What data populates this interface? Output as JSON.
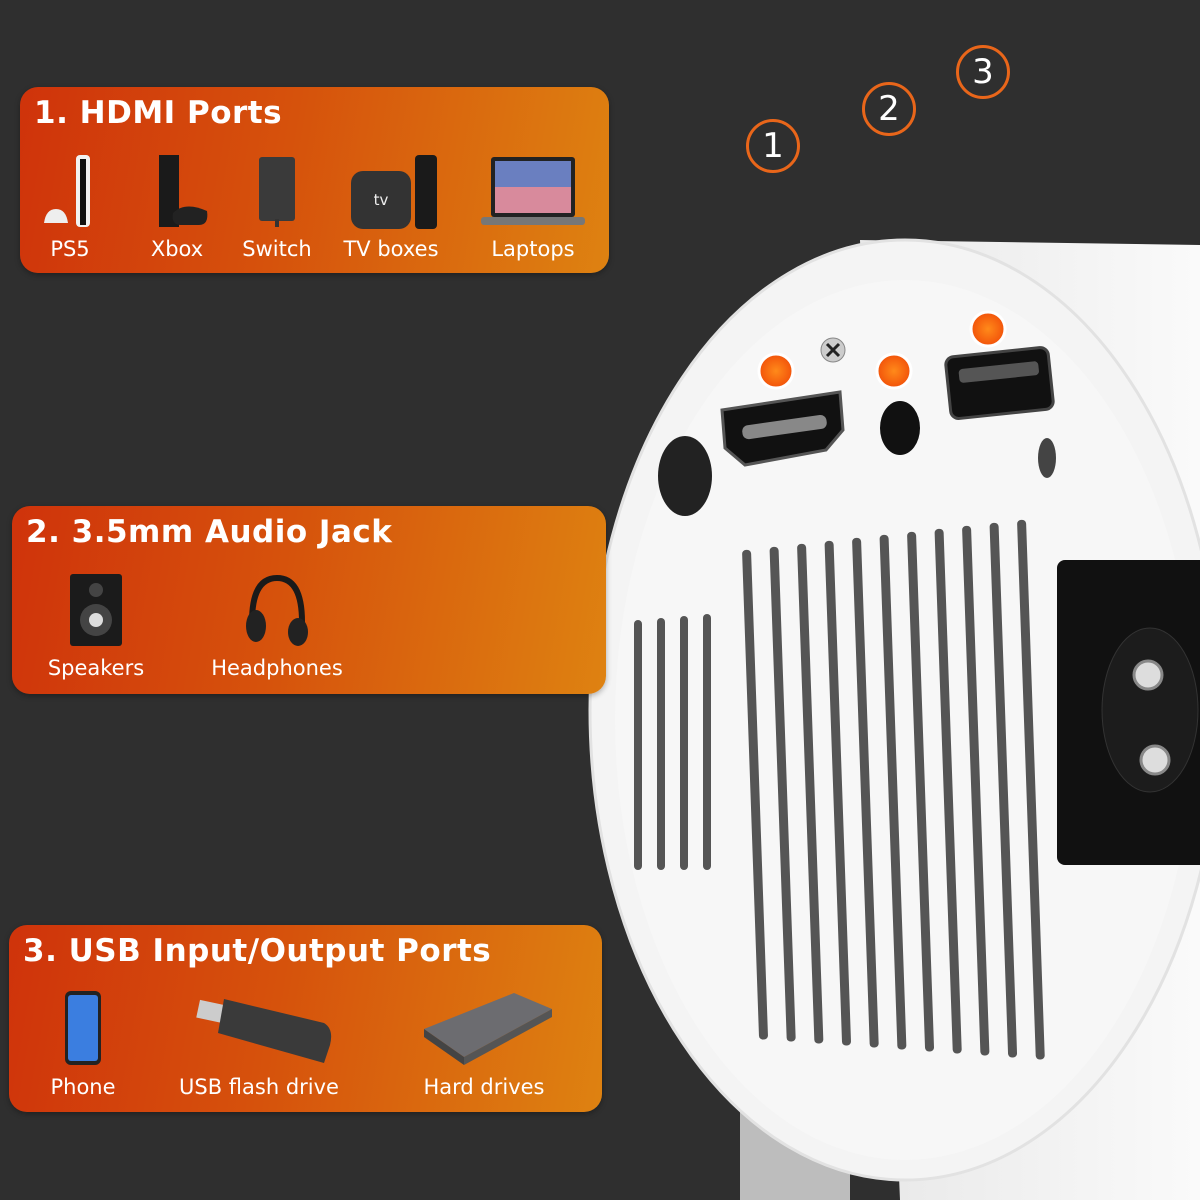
{
  "sections": [
    {
      "title": "1. HDMI Ports",
      "items": [
        {
          "label": "PS5",
          "icon": "ps5-console-icon"
        },
        {
          "label": "Xbox",
          "icon": "xbox-console-icon"
        },
        {
          "label": "Switch",
          "icon": "switch-dock-icon"
        },
        {
          "label": "TV boxes",
          "icon": "tv-box-icon"
        },
        {
          "label": "Laptops",
          "icon": "laptop-icon"
        }
      ],
      "tv_logo": "tv"
    },
    {
      "title": "2. 3.5mm Audio Jack",
      "items": [
        {
          "label": "Speakers",
          "icon": "speaker-icon"
        },
        {
          "label": "Headphones",
          "icon": "headphones-icon"
        }
      ]
    },
    {
      "title": "3. USB Input/Output Ports",
      "items": [
        {
          "label": "Phone",
          "icon": "phone-icon"
        },
        {
          "label": "USB flash drive",
          "icon": "usb-drive-icon"
        },
        {
          "label": "Hard drives",
          "icon": "hard-drive-icon"
        }
      ]
    }
  ],
  "callouts": [
    "1",
    "2",
    "3"
  ],
  "colors": {
    "panel_start": "#cf330b",
    "panel_end": "#de8211",
    "background": "#2f2f2f",
    "accent": "#ff6a00"
  }
}
